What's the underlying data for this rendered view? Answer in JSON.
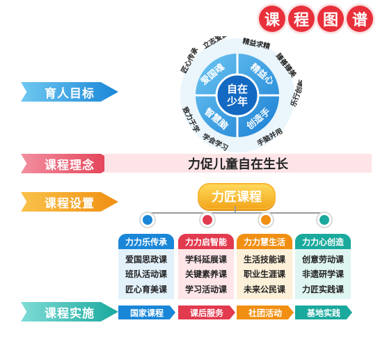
{
  "title_chars": [
    "课",
    "程",
    "图",
    "谱"
  ],
  "sections": {
    "goal": "育人目标",
    "philosophy": "课程理念",
    "setting": "课程设置",
    "implementation": "课程实施"
  },
  "goal_wheel": {
    "center_line1": "自在",
    "center_line2": "少年",
    "segments": [
      "爱国魂",
      "精益心",
      "创造手",
      "智慧脑"
    ],
    "outer": [
      "匠心传承",
      "立志爱国",
      "精益求精",
      "臻善臻美",
      "乐行创新",
      "手脑并用",
      "学会学习",
      "致力于学"
    ]
  },
  "philosophy_text": "力促儿童自在生长",
  "curriculum": {
    "title": "力匠课程",
    "columns": [
      {
        "head": "力力乐传承",
        "items": [
          "爱国思政课",
          "班队活动课",
          "匠心育美课"
        ]
      },
      {
        "head": "力力启智能",
        "items": [
          "学科延展课",
          "关键素养课",
          "学习活动课"
        ]
      },
      {
        "head": "力力慧生活",
        "items": [
          "生活技能课",
          "职业生涯课",
          "未来公民课"
        ]
      },
      {
        "head": "力力心创造",
        "items": [
          "创意劳动课",
          "非遗研学课",
          "力匠实践课"
        ]
      }
    ]
  },
  "implementation_tags": [
    "国家课程",
    "课后服务",
    "社团活动",
    "基地实践"
  ],
  "colors": {
    "blue": "#1a86d8",
    "red": "#e23a4e",
    "orange": "#f08f12",
    "teal": "#1aa99d"
  }
}
